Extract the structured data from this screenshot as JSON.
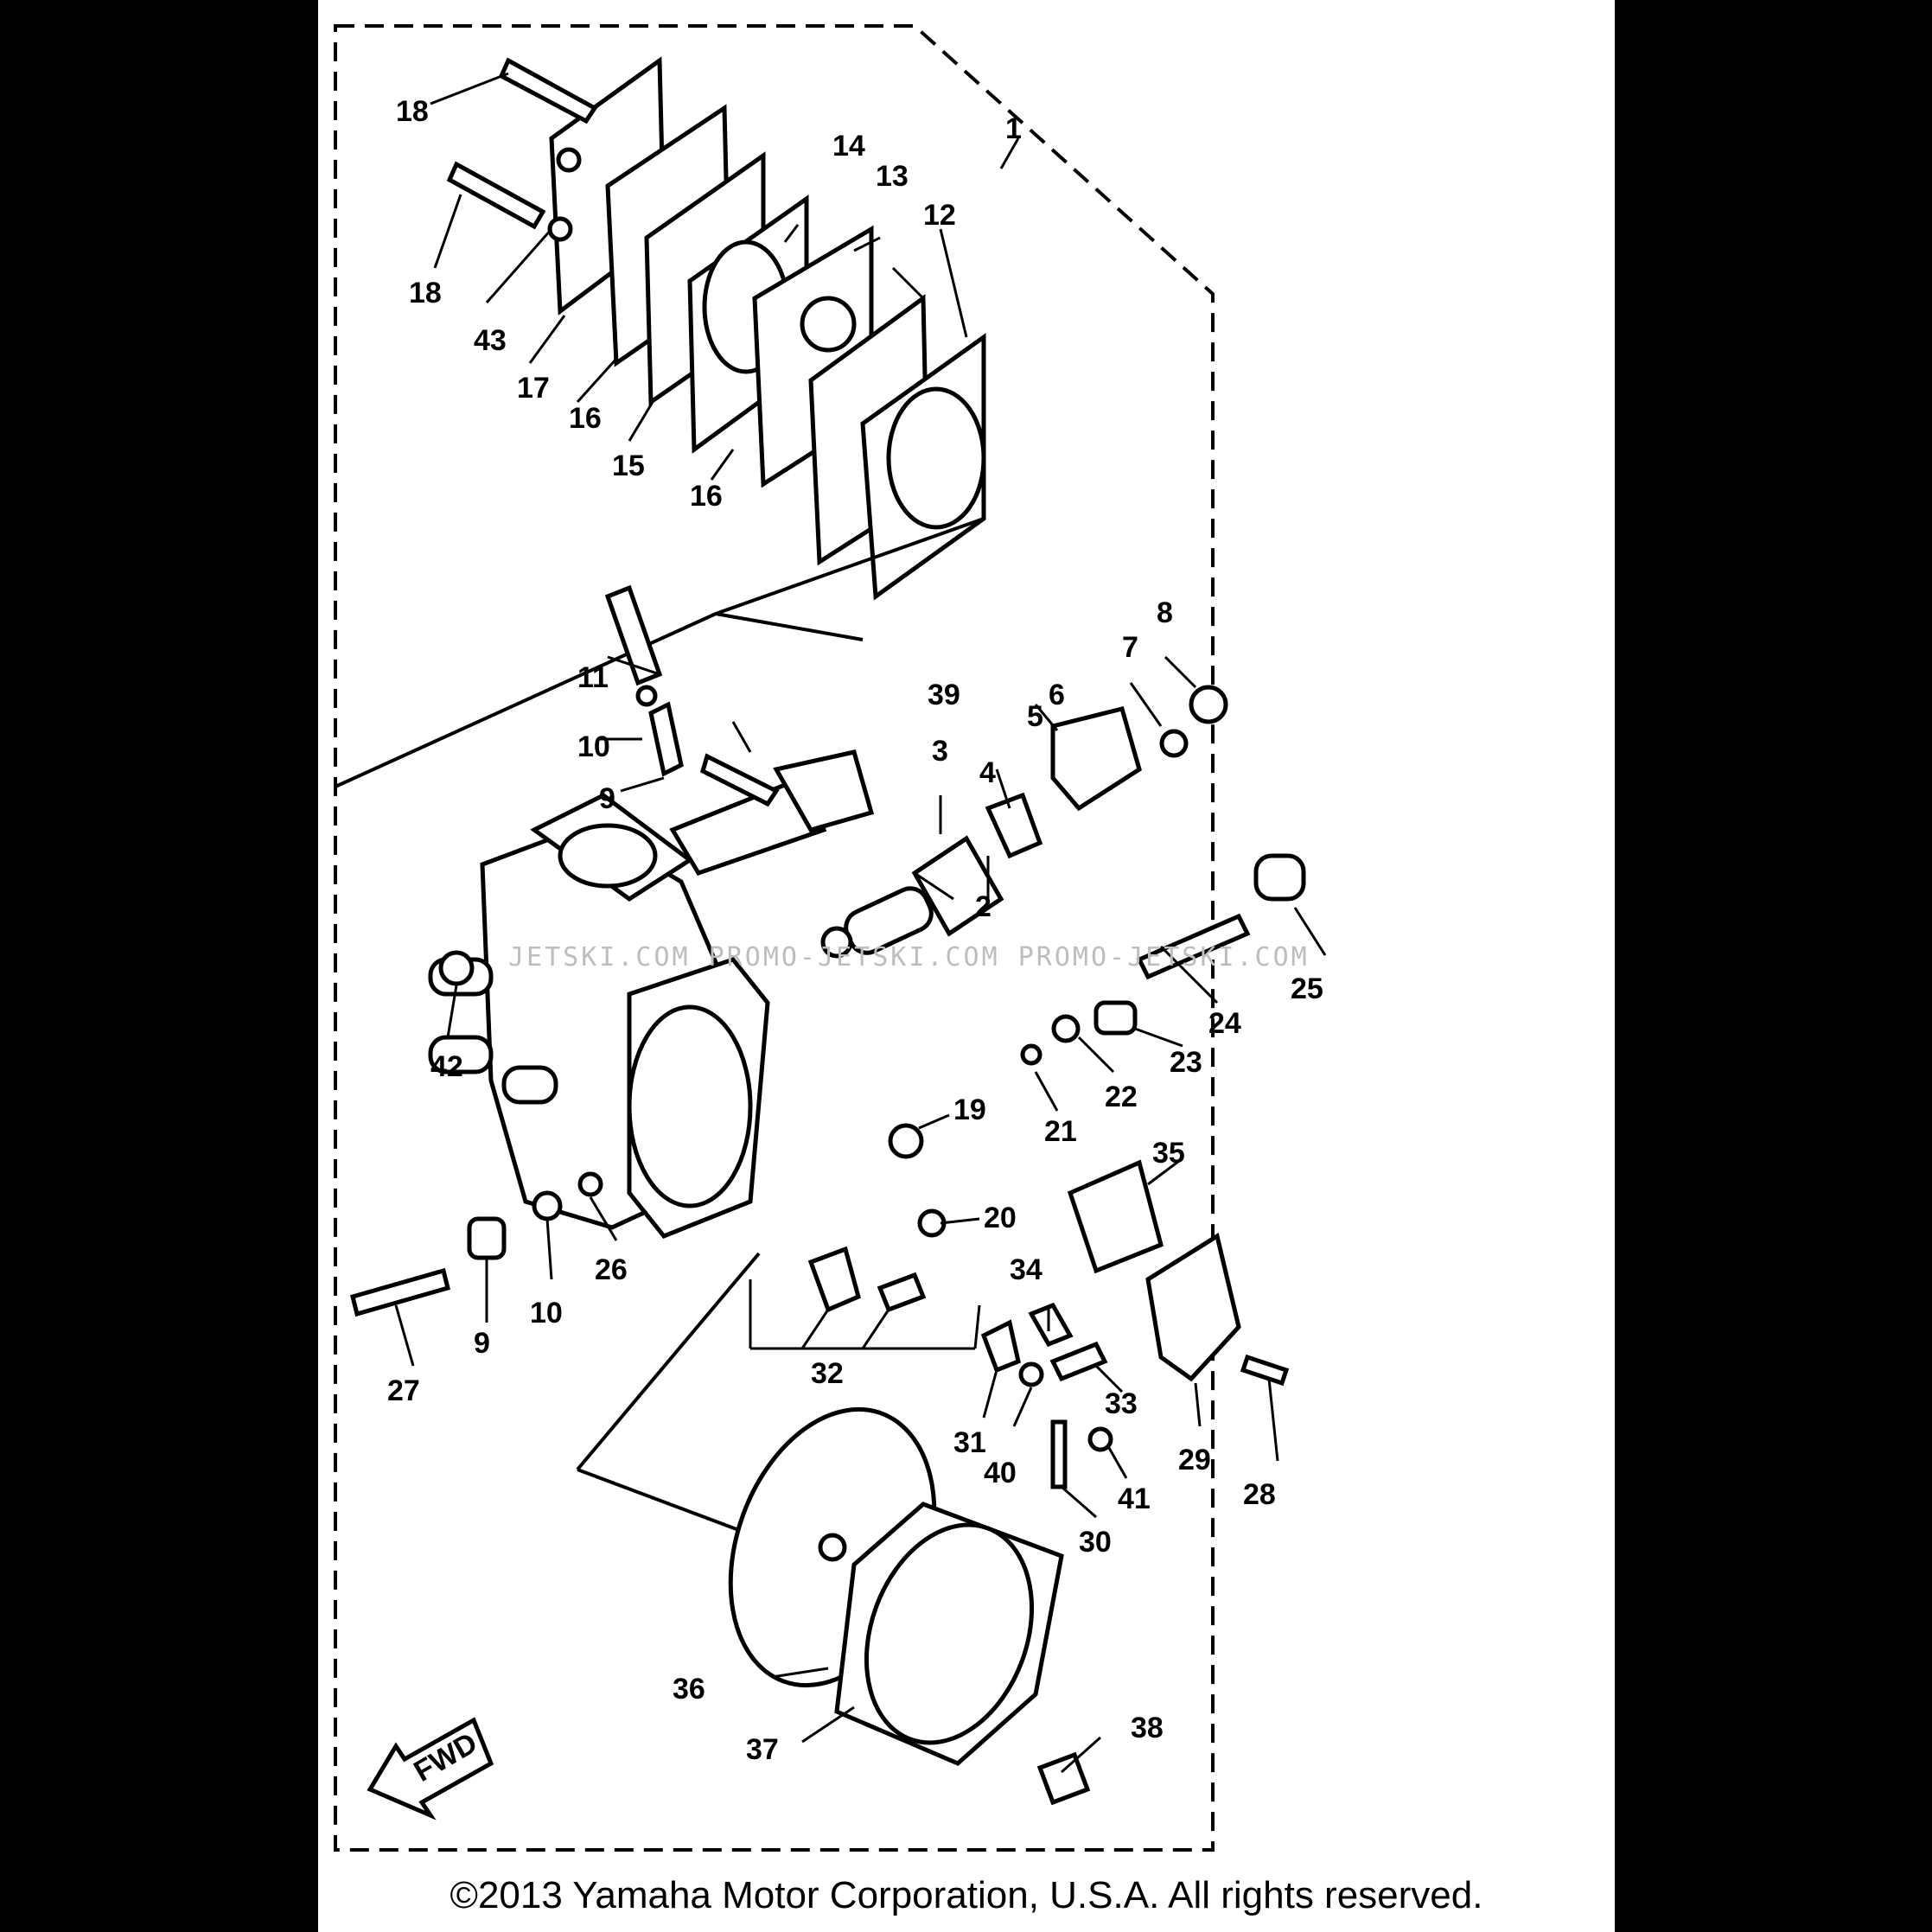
{
  "watermark": "JETSKI.COM  PROMO-JETSKI.COM  PROMO-JETSKI.COM",
  "copyright": "©2013 Yamaha Motor Corporation, U.S.A. All rights reserved.",
  "fwd_label": "FWD",
  "callouts": [
    {
      "id": "1",
      "label": "1"
    },
    {
      "id": "2",
      "label": "2"
    },
    {
      "id": "3",
      "label": "3"
    },
    {
      "id": "4",
      "label": "4"
    },
    {
      "id": "5",
      "label": "5"
    },
    {
      "id": "6",
      "label": "6"
    },
    {
      "id": "7",
      "label": "7"
    },
    {
      "id": "8",
      "label": "8"
    },
    {
      "id": "9a",
      "label": "9"
    },
    {
      "id": "9b",
      "label": "9"
    },
    {
      "id": "10a",
      "label": "10"
    },
    {
      "id": "10b",
      "label": "10"
    },
    {
      "id": "11",
      "label": "11"
    },
    {
      "id": "12",
      "label": "12"
    },
    {
      "id": "13",
      "label": "13"
    },
    {
      "id": "14",
      "label": "14"
    },
    {
      "id": "15",
      "label": "15"
    },
    {
      "id": "16a",
      "label": "16"
    },
    {
      "id": "16b",
      "label": "16"
    },
    {
      "id": "17",
      "label": "17"
    },
    {
      "id": "18a",
      "label": "18"
    },
    {
      "id": "18b",
      "label": "18"
    },
    {
      "id": "19",
      "label": "19"
    },
    {
      "id": "20",
      "label": "20"
    },
    {
      "id": "21",
      "label": "21"
    },
    {
      "id": "22",
      "label": "22"
    },
    {
      "id": "23",
      "label": "23"
    },
    {
      "id": "24",
      "label": "24"
    },
    {
      "id": "25",
      "label": "25"
    },
    {
      "id": "26",
      "label": "26"
    },
    {
      "id": "27",
      "label": "27"
    },
    {
      "id": "28",
      "label": "28"
    },
    {
      "id": "29",
      "label": "29"
    },
    {
      "id": "30",
      "label": "30"
    },
    {
      "id": "31",
      "label": "31"
    },
    {
      "id": "32",
      "label": "32"
    },
    {
      "id": "33",
      "label": "33"
    },
    {
      "id": "34",
      "label": "34"
    },
    {
      "id": "35",
      "label": "35"
    },
    {
      "id": "36",
      "label": "36"
    },
    {
      "id": "37",
      "label": "37"
    },
    {
      "id": "38",
      "label": "38"
    },
    {
      "id": "39",
      "label": "39"
    },
    {
      "id": "40",
      "label": "40"
    },
    {
      "id": "41",
      "label": "41"
    },
    {
      "id": "42",
      "label": "42"
    },
    {
      "id": "43",
      "label": "43"
    }
  ]
}
